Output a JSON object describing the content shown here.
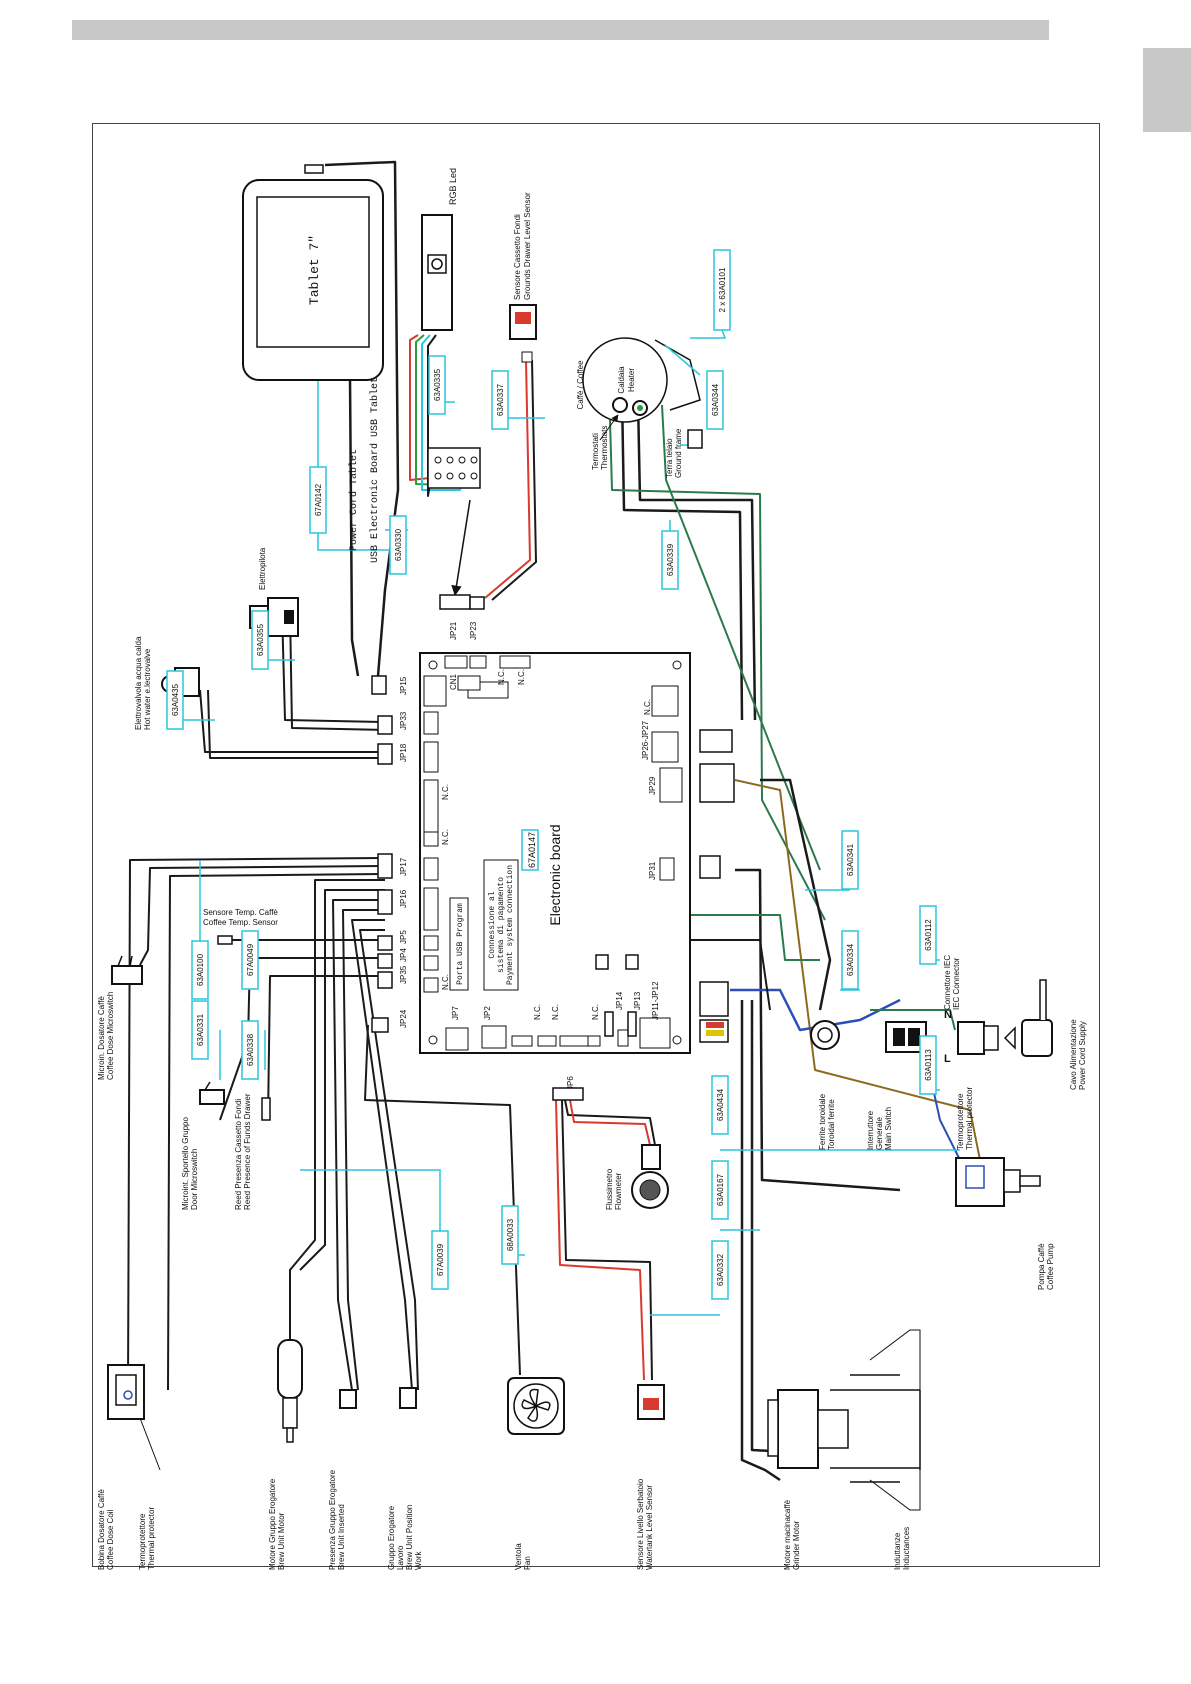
{
  "colors": {
    "cable_tag": "#29c6dc",
    "wire_red": "#d83a2e",
    "wire_green": "#2f9a44",
    "wire_dkgreen": "#2a7a4c",
    "wire_brown": "#8a6a1e",
    "wire_blue": "#2a4fb8",
    "wire_black": "#1a1a1a"
  },
  "icons": {
    "fan": "fan-icon",
    "tablet": "tablet-icon",
    "connector": "connector-icon"
  },
  "board": {
    "title": "Electronic board",
    "code": "67A0147",
    "usb_label": "Porta USB Program",
    "payment_label_1": "Connessione al",
    "payment_label_2": "sistema di pagamento",
    "payment_label_3": "Payment system connection",
    "ports": {
      "jp15": "JP15",
      "jp33": "JP33",
      "jp18": "JP18",
      "jp17": "JP17",
      "jp16": "JP16",
      "jp5": "JP5",
      "jp4": "JP4",
      "jp35": "JP35",
      "jp24": "JP24",
      "jp2": "JP2",
      "jp7": "JP7",
      "jp14": "JP14",
      "jp13": "JP13",
      "jp11": "JP11-JP12",
      "jp31": "JP31",
      "jp29": "JP29",
      "jp26": "JP26-JP27",
      "jp21": "JP21",
      "jp23": "JP23",
      "jp6": "JP6",
      "cn1": "CN1",
      "nc": "N.C."
    }
  },
  "cables": {
    "c67A0142": "67A0142",
    "c63A0330": "63A0330",
    "c63A0335": "63A0335",
    "c63A0337": "63A0337",
    "c63A0101": "2 x 63A0101",
    "c63A0344": "63A0344",
    "c63A0339": "63A0339",
    "c63A0355": "63A0355",
    "c63A0435": "63A0435",
    "c63A0100": "63A0100",
    "c67A0049": "67A0049",
    "c63A0331": "63A0331",
    "c63A0338": "63A0338",
    "c67A0039": "67A0039",
    "c68A0033": "68A0033",
    "c63A0332": "63A0332",
    "c63A0167": "63A0167",
    "c63A0434": "63A0434",
    "c63A0341": "63A0341",
    "c63A0334": "63A0334",
    "c63A0112": "63A0112",
    "c63A0113": "63A0113"
  },
  "components": {
    "tablet": "Tablet 7\"",
    "power_cord_tablet": "Power Cord Tablet",
    "usb_tablet": "USB Electronic Board USB Tablet",
    "rgb_led": "RGB Led",
    "grounds_sensor_it": "Sensore Cassetto Fondi",
    "grounds_sensor_en": "Grounds Drawer Level Sensor",
    "heater_it": "Caldaia",
    "heater_en": "Heater",
    "coffee": "Caffè / Coffee",
    "thermostats_it": "Termostati",
    "thermostats_en": "Thermostats",
    "ground_it": "Terra telaio",
    "ground_en": "Ground frame",
    "elettropilota": "Elettropilota",
    "hotwater_it": "Elettrovalvola acqua calda",
    "hotwater_en": "Hot water e.lectrovalve",
    "temp_sensor_it": "Sensore Temp. Caffè",
    "temp_sensor_en": "Coffee Temp. Sensor",
    "dose_micro_it": "Microin. Dosatore Caffè",
    "dose_micro_en": "Coffee Dose Microswitch",
    "door_micro_it": "Microint. Sportello Gruppo",
    "door_micro_en": "Door Microswitch",
    "reed_it": "Reed Presenza Cassetto Fondi",
    "reed_en": "Reed Presence of Funds Drawer",
    "coil_it": "Bobina Dosatore Caffè",
    "coil_en": "Coffee Dose Coil",
    "thermal_it": "Termoprotettore",
    "thermal_en": "Thermal protector",
    "brew_motor_it": "Motore Gruppo Erogatore",
    "brew_motor_en": "Brew Unit Motor",
    "brew_presence_it": "Presenza Gruppo Erogatore",
    "brew_presence_en": "Brew Unit Inserted",
    "brew_pos_it1": "Gruppo Erogatore",
    "brew_pos_it2": "Lavoro",
    "brew_pos_en1": "Brew Unit Position",
    "brew_pos_en2": "Work",
    "fan_it": "Ventola",
    "fan_en": "Fan",
    "flowmeter_it": "Flussimetro",
    "flowmeter_en": "Flowmeter",
    "water_sensor_it": "Sensore Livello Serbatoio",
    "water_sensor_en": "Watertank Level Sensor",
    "grinder_it": "Motore macinacaffè",
    "grinder_en": "Grinder Motor",
    "inductances_it": "Induttanze",
    "inductances_en": "Inductances",
    "ferrite_it": "Ferrite toroidale",
    "ferrite_en": "Toroidal ferrite",
    "switch_it1": "Interruttore",
    "switch_it2": "Generale",
    "switch_en": "Main Switch",
    "iec_it": "Connettore IEC",
    "iec_en": "IEC Connector",
    "thermal2_it": "Termoprotettore",
    "thermal2_en": "Thermal protector",
    "pump_it": "Pompa Caffè",
    "pump_en": "Coffee Pump",
    "cord_it": "Cavo Alimentazione",
    "cord_en": "Power Cord Supply",
    "phase_n": "N",
    "phase_l": "L"
  }
}
